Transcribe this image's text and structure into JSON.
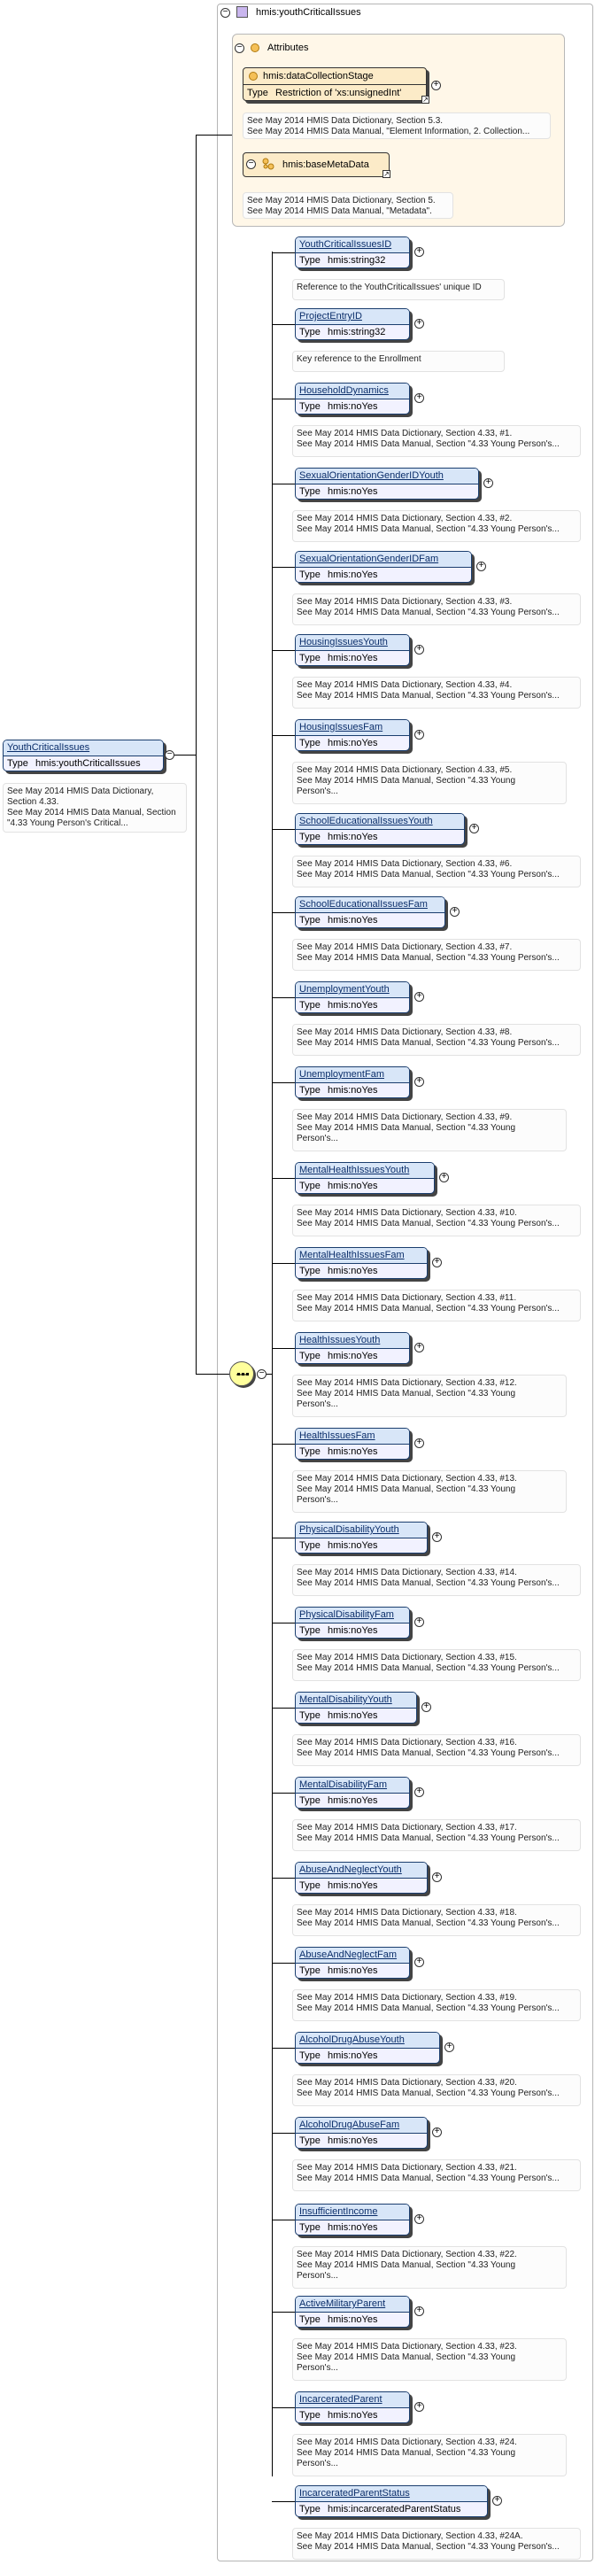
{
  "header": {
    "title": "hmis:youthCriticalIssues"
  },
  "attributes": {
    "title": "Attributes",
    "items": [
      {
        "name": "hmis:dataCollectionStage",
        "type_label": "Type",
        "type_value": "Restriction of 'xs:unsignedInt'",
        "doc": [
          "See May 2014 HMIS Data Dictionary, Section 5.3.",
          "See May 2014 HMIS Data Manual, \"Element Information, 2. Collection..."
        ]
      },
      {
        "name": "hmis:baseMetaData",
        "doc": [
          "See May 2014 HMIS Data Dictionary, Section 5.",
          "See May 2014 HMIS Data Manual, \"Metadata\"."
        ]
      }
    ]
  },
  "root": {
    "name": "YouthCriticalIssues",
    "type_label": "Type",
    "type_value": "hmis:youthCriticalIssues",
    "doc": [
      "See May 2014 HMIS Data Dictionary,",
      "Section 4.33.",
      "See May 2014 HMIS Data Manual, Section",
      "\"4.33 Young Person's Critical..."
    ]
  },
  "elements": [
    {
      "name": "YouthCriticalIssuesID",
      "type": "hmis:string32",
      "doc": [
        "Reference to the YouthCriticalIssues' unique ID"
      ]
    },
    {
      "name": "ProjectEntryID",
      "type": "hmis:string32",
      "doc": [
        "Key reference to the Enrollment"
      ]
    },
    {
      "name": "HouseholdDynamics",
      "type": "hmis:noYes",
      "doc": [
        "See May 2014 HMIS Data Dictionary, Section 4.33, #1.",
        "See May 2014 HMIS Data Manual, Section \"4.33 Young Person's..."
      ]
    },
    {
      "name": "SexualOrientationGenderIDYouth",
      "type": "hmis:noYes",
      "doc": [
        "See May 2014 HMIS Data Dictionary, Section 4.33, #2.",
        "See May 2014 HMIS Data Manual, Section \"4.33 Young Person's..."
      ]
    },
    {
      "name": "SexualOrientationGenderIDFam",
      "type": "hmis:noYes",
      "doc": [
        "See May 2014 HMIS Data Dictionary, Section 4.33, #3.",
        "See May 2014 HMIS Data Manual, Section \"4.33 Young Person's..."
      ]
    },
    {
      "name": "HousingIssuesYouth",
      "type": "hmis:noYes",
      "doc": [
        "See May 2014 HMIS Data Dictionary, Section 4.33, #4.",
        "See May 2014 HMIS Data Manual, Section \"4.33 Young Person's..."
      ]
    },
    {
      "name": "HousingIssuesFam",
      "type": "hmis:noYes",
      "doc": [
        "See May 2014 HMIS Data Dictionary, Section 4.33, #5.",
        "See May 2014 HMIS Data Manual, Section \"4.33 Young",
        "Person's..."
      ]
    },
    {
      "name": "SchoolEducationalIssuesYouth",
      "type": "hmis:noYes",
      "doc": [
        "See May 2014 HMIS Data Dictionary, Section 4.33, #6.",
        "See May 2014 HMIS Data Manual, Section \"4.33 Young Person's..."
      ]
    },
    {
      "name": "SchoolEducationalIssuesFam",
      "type": "hmis:noYes",
      "doc": [
        "See May 2014 HMIS Data Dictionary, Section 4.33, #7.",
        "See May 2014 HMIS Data Manual, Section \"4.33 Young Person's..."
      ]
    },
    {
      "name": "UnemploymentYouth",
      "type": "hmis:noYes",
      "doc": [
        "See May 2014 HMIS Data Dictionary, Section 4.33, #8.",
        "See May 2014 HMIS Data Manual, Section \"4.33 Young Person's..."
      ]
    },
    {
      "name": "UnemploymentFam",
      "type": "hmis:noYes",
      "doc": [
        "See May 2014 HMIS Data Dictionary, Section 4.33, #9.",
        "See May 2014 HMIS Data Manual, Section \"4.33 Young",
        "Person's..."
      ]
    },
    {
      "name": "MentalHealthIssuesYouth",
      "type": "hmis:noYes",
      "doc": [
        "See May 2014 HMIS Data Dictionary, Section 4.33, #10.",
        "See May 2014 HMIS Data Manual, Section \"4.33 Young Person's..."
      ]
    },
    {
      "name": "MentalHealthIssuesFam",
      "type": "hmis:noYes",
      "doc": [
        "See May 2014 HMIS Data Dictionary, Section 4.33, #11.",
        "See May 2014 HMIS Data Manual, Section \"4.33 Young Person's..."
      ]
    },
    {
      "name": "HealthIssuesYouth",
      "type": "hmis:noYes",
      "doc": [
        "See May 2014 HMIS Data Dictionary, Section 4.33, #12.",
        "See May 2014 HMIS Data Manual, Section \"4.33 Young",
        "Person's..."
      ]
    },
    {
      "name": "HealthIssuesFam",
      "type": "hmis:noYes",
      "doc": [
        "See May 2014 HMIS Data Dictionary, Section 4.33, #13.",
        "See May 2014 HMIS Data Manual, Section \"4.33 Young",
        "Person's..."
      ]
    },
    {
      "name": "PhysicalDisabilityYouth",
      "type": "hmis:noYes",
      "doc": [
        "See May 2014 HMIS Data Dictionary, Section 4.33, #14.",
        "See May 2014 HMIS Data Manual, Section \"4.33 Young Person's..."
      ]
    },
    {
      "name": "PhysicalDisabilityFam",
      "type": "hmis:noYes",
      "doc": [
        "See May 2014 HMIS Data Dictionary, Section 4.33, #15.",
        "See May 2014 HMIS Data Manual, Section \"4.33 Young Person's..."
      ]
    },
    {
      "name": "MentalDisabilityYouth",
      "type": "hmis:noYes",
      "doc": [
        "See May 2014 HMIS Data Dictionary, Section 4.33, #16.",
        "See May 2014 HMIS Data Manual, Section \"4.33 Young Person's..."
      ]
    },
    {
      "name": "MentalDisabilityFam",
      "type": "hmis:noYes",
      "doc": [
        "See May 2014 HMIS Data Dictionary, Section 4.33, #17.",
        "See May 2014 HMIS Data Manual, Section \"4.33 Young Person's..."
      ]
    },
    {
      "name": "AbuseAndNeglectYouth",
      "type": "hmis:noYes",
      "doc": [
        "See May 2014 HMIS Data Dictionary, Section 4.33, #18.",
        "See May 2014 HMIS Data Manual, Section \"4.33 Young Person's..."
      ]
    },
    {
      "name": "AbuseAndNeglectFam",
      "type": "hmis:noYes",
      "doc": [
        "See May 2014 HMIS Data Dictionary, Section 4.33, #19.",
        "See May 2014 HMIS Data Manual, Section \"4.33 Young Person's..."
      ]
    },
    {
      "name": "AlcoholDrugAbuseYouth",
      "type": "hmis:noYes",
      "doc": [
        "See May 2014 HMIS Data Dictionary, Section 4.33, #20.",
        "See May 2014 HMIS Data Manual, Section \"4.33 Young Person's..."
      ]
    },
    {
      "name": "AlcoholDrugAbuseFam",
      "type": "hmis:noYes",
      "doc": [
        "See May 2014 HMIS Data Dictionary, Section 4.33, #21.",
        "See May 2014 HMIS Data Manual, Section \"4.33 Young Person's..."
      ]
    },
    {
      "name": "InsufficientIncome",
      "type": "hmis:noYes",
      "doc": [
        "See May 2014 HMIS Data Dictionary, Section 4.33, #22.",
        "See May 2014 HMIS Data Manual, Section \"4.33 Young",
        "Person's..."
      ]
    },
    {
      "name": "ActiveMilitaryParent",
      "type": "hmis:noYes",
      "doc": [
        "See May 2014 HMIS Data Dictionary, Section 4.33, #23.",
        "See May 2014 HMIS Data Manual, Section \"4.33 Young",
        "Person's..."
      ]
    },
    {
      "name": "IncarceratedParent",
      "type": "hmis:noYes",
      "doc": [
        "See May 2014 HMIS Data Dictionary, Section 4.33, #24.",
        "See May 2014 HMIS Data Manual, Section \"4.33 Young",
        "Person's..."
      ]
    },
    {
      "name": "IncarceratedParentStatus",
      "type": "hmis:incarceratedParentStatus",
      "doc": [
        "See May 2014 HMIS Data Dictionary, Section 4.33, #24A.",
        "See May 2014 HMIS Data Manual, Section \"4.33 Young Person's..."
      ]
    }
  ],
  "colors": {
    "element_header": "#d8e6f8",
    "element_border": "#1b3e6e",
    "attributes_bg": "#fff7e8",
    "sequence": "#ffff9c"
  }
}
